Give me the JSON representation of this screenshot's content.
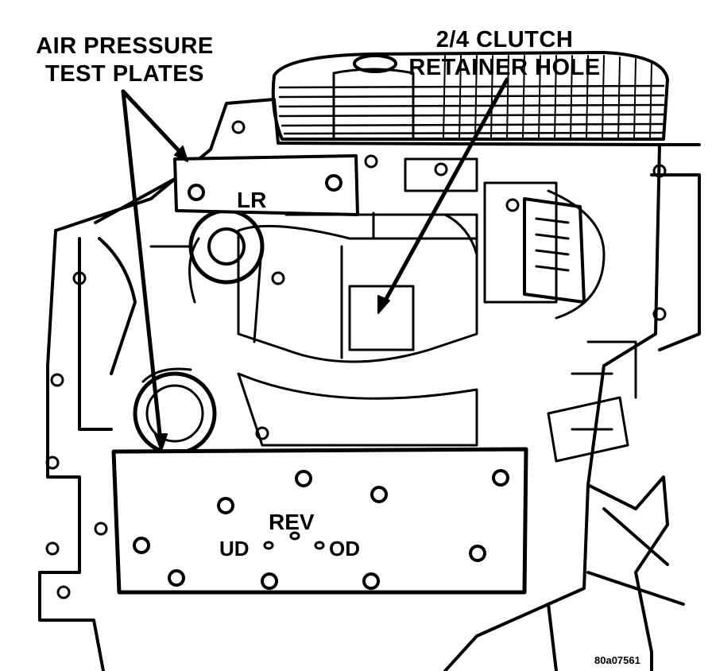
{
  "callouts": {
    "air_pressure_line1": "AIR PRESSURE",
    "air_pressure_line2": "TEST PLATES",
    "clutch_line1": "2/4 CLUTCH",
    "clutch_line2": "RETAINER HOLE"
  },
  "plates": {
    "upper_label": "LR",
    "lower_label": "REV",
    "ud_label": "UD",
    "od_label": "OD"
  },
  "figure_ref": "80a07561",
  "colors": {
    "ink": "#000000",
    "paper": "#ffffff"
  }
}
